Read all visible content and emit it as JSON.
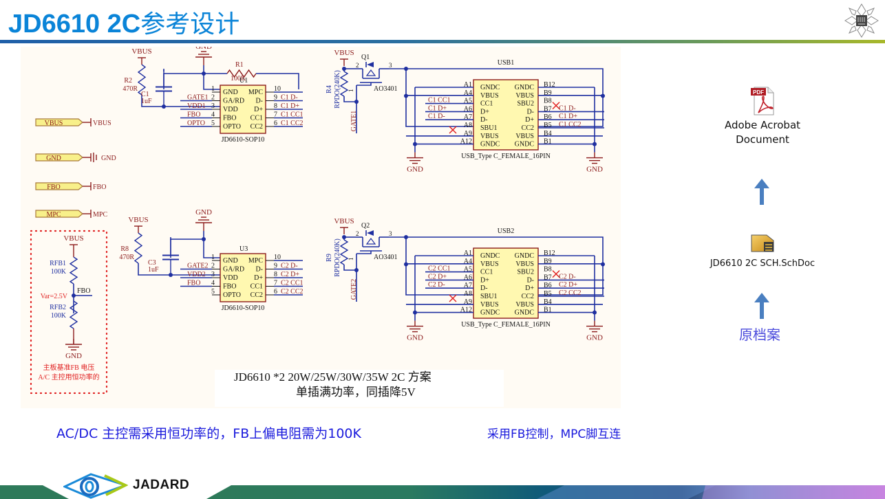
{
  "header": {
    "title_latin": "JD6610 2C",
    "title_cn": "参考设计"
  },
  "colors": {
    "accent": "#0a84d8",
    "wire": "#1f2fa0",
    "part": "#8b1a1a",
    "chip_fill": "#fff8b0",
    "net_label": "#8b1a1a",
    "annotation_red": "#e02020",
    "note_blue": "#1a1adc"
  },
  "schematic": {
    "ports": [
      {
        "label": "VBUS",
        "net": "VBUS"
      },
      {
        "label": "GND",
        "net": "GND"
      },
      {
        "label": "FBO",
        "net": "FBO"
      },
      {
        "label": "MPC",
        "net": "MPC"
      }
    ],
    "divider": {
      "top": "VBUS",
      "r1": "RFB1",
      "r1_val": "100K",
      "r2": "RFB2",
      "r2_val": "100K",
      "node": "FBO",
      "vref": "Var=2.5V",
      "bottom": "GND",
      "note_line1": "主板基准FB 电压",
      "note_line2": "A/C 主控用恒功率的"
    },
    "channels": [
      {
        "vbus": "VBUS",
        "gnd": "GND",
        "r_gate": "R2",
        "r_gate_val": "470R",
        "cap": "C1",
        "cap_val": "1uF",
        "r_fb": "R1",
        "r_fb_val": "100K",
        "ic": "U1",
        "ic_part": "JD6610-SOP10",
        "ic_left_pins": [
          {
            "num": "1",
            "name": "GND",
            "net": ""
          },
          {
            "num": "2",
            "name": "GA/RD",
            "net": "GATE1"
          },
          {
            "num": "3",
            "name": "VDD",
            "net": "VDD1"
          },
          {
            "num": "4",
            "name": "FBO",
            "net": "FBO"
          },
          {
            "num": "5",
            "name": "OPTO",
            "net": "OPTO"
          }
        ],
        "ic_right_pins": [
          {
            "num": "10",
            "name": "MPC",
            "net": "MPC"
          },
          {
            "num": "9",
            "name": "D-",
            "net": "C1_D-"
          },
          {
            "num": "8",
            "name": "D+",
            "net": "C1_D+"
          },
          {
            "num": "7",
            "name": "CC1",
            "net": "C1_CC1"
          },
          {
            "num": "6",
            "name": "CC2",
            "net": "C1_CC2"
          }
        ],
        "r_pd": "R4",
        "r_pd_val": "RPDO(240K)",
        "mos": "Q1",
        "mos_part": "AO3401",
        "gate_net": "GATE1",
        "usb": "USB1",
        "usb_part": "USB_Type C_FEMALE_16PIN",
        "usb_left": [
          {
            "pin": "A1",
            "name": "GNDC",
            "net": ""
          },
          {
            "pin": "A4",
            "name": "VBUS",
            "net": ""
          },
          {
            "pin": "A5",
            "name": "CC1",
            "net": "C1_CC1"
          },
          {
            "pin": "A6",
            "name": "D+",
            "net": "C1_D+"
          },
          {
            "pin": "A7",
            "name": "D-",
            "net": "C1_D-"
          },
          {
            "pin": "A8",
            "name": "SBU1",
            "net": "NC"
          },
          {
            "pin": "A9",
            "name": "VBUS",
            "net": ""
          },
          {
            "pin": "A12",
            "name": "GNDC",
            "net": ""
          }
        ],
        "usb_right": [
          {
            "pin": "B12",
            "name": "GNDC",
            "net": ""
          },
          {
            "pin": "B9",
            "name": "VBUS",
            "net": ""
          },
          {
            "pin": "B8",
            "name": "SBU2",
            "net": "NC"
          },
          {
            "pin": "B7",
            "name": "D-",
            "net": "C1_D-"
          },
          {
            "pin": "B6",
            "name": "D+",
            "net": "C1_D+"
          },
          {
            "pin": "B5",
            "name": "CC2",
            "net": "C1_CC2"
          },
          {
            "pin": "B4",
            "name": "VBUS",
            "net": ""
          },
          {
            "pin": "B1",
            "name": "GNDC",
            "net": ""
          }
        ]
      },
      {
        "vbus": "VBUS",
        "gnd": "GND",
        "r_gate": "R8",
        "r_gate_val": "470R",
        "cap": "C3",
        "cap_val": "1uF",
        "r_fb": "",
        "r_fb_val": "",
        "ic": "U3",
        "ic_part": "JD6610-SOP10",
        "ic_left_pins": [
          {
            "num": "1",
            "name": "GND",
            "net": ""
          },
          {
            "num": "2",
            "name": "GA/RD",
            "net": "GATE2"
          },
          {
            "num": "3",
            "name": "VDD",
            "net": "VDD2"
          },
          {
            "num": "4",
            "name": "FBO",
            "net": "FBO"
          },
          {
            "num": "5",
            "name": "OPTO",
            "net": ""
          }
        ],
        "ic_right_pins": [
          {
            "num": "10",
            "name": "MPC",
            "net": "MPC"
          },
          {
            "num": "9",
            "name": "D-",
            "net": "C2_D-"
          },
          {
            "num": "8",
            "name": "D+",
            "net": "C2_D+"
          },
          {
            "num": "7",
            "name": "CC1",
            "net": "C2_CC1"
          },
          {
            "num": "6",
            "name": "CC2",
            "net": "C2_CC2"
          }
        ],
        "r_pd": "R9",
        "r_pd_val": "RPDO(240K)",
        "mos": "Q2",
        "mos_part": "AO3401",
        "gate_net": "GATE2",
        "usb": "USB2",
        "usb_part": "USB_Type C_FEMALE_16PIN",
        "usb_left": [
          {
            "pin": "A1",
            "name": "GNDC",
            "net": ""
          },
          {
            "pin": "A4",
            "name": "VBUS",
            "net": ""
          },
          {
            "pin": "A5",
            "name": "CC1",
            "net": "C2_CC1"
          },
          {
            "pin": "A6",
            "name": "D+",
            "net": "C2_D+"
          },
          {
            "pin": "A7",
            "name": "D-",
            "net": "C2_D-"
          },
          {
            "pin": "A8",
            "name": "SBU1",
            "net": "NC"
          },
          {
            "pin": "A9",
            "name": "VBUS",
            "net": ""
          },
          {
            "pin": "A12",
            "name": "GNDC",
            "net": ""
          }
        ],
        "usb_right": [
          {
            "pin": "B12",
            "name": "GNDC",
            "net": ""
          },
          {
            "pin": "B9",
            "name": "VBUS",
            "net": ""
          },
          {
            "pin": "B8",
            "name": "SBU2",
            "net": "NC"
          },
          {
            "pin": "B7",
            "name": "D-",
            "net": "C2_D-"
          },
          {
            "pin": "B6",
            "name": "D+",
            "net": "C2_D+"
          },
          {
            "pin": "B5",
            "name": "CC2",
            "net": "C2_CC2"
          },
          {
            "pin": "B4",
            "name": "VBUS",
            "net": ""
          },
          {
            "pin": "B1",
            "name": "GNDC",
            "net": ""
          }
        ]
      }
    ],
    "caption_line1": "JD6610 *2  20W/25W/30W/35W   2C  方案",
    "caption_line2": "单插满功率，同插降5V"
  },
  "files": [
    {
      "icon": "pdf-icon",
      "label_line1": "Adobe Acrobat",
      "label_line2": "Document"
    },
    {
      "icon": "schdoc-icon",
      "label_line1": "JD6610 2C SCH.SchDoc",
      "label_line2": ""
    }
  ],
  "origin_label": "原档案",
  "notes": {
    "main": "AC/DC 主控需采用恒功率的，FB上偏电阻需为100K",
    "side": "采用FB控制，MPC脚互连"
  },
  "footer": {
    "brand": "JADARD"
  }
}
